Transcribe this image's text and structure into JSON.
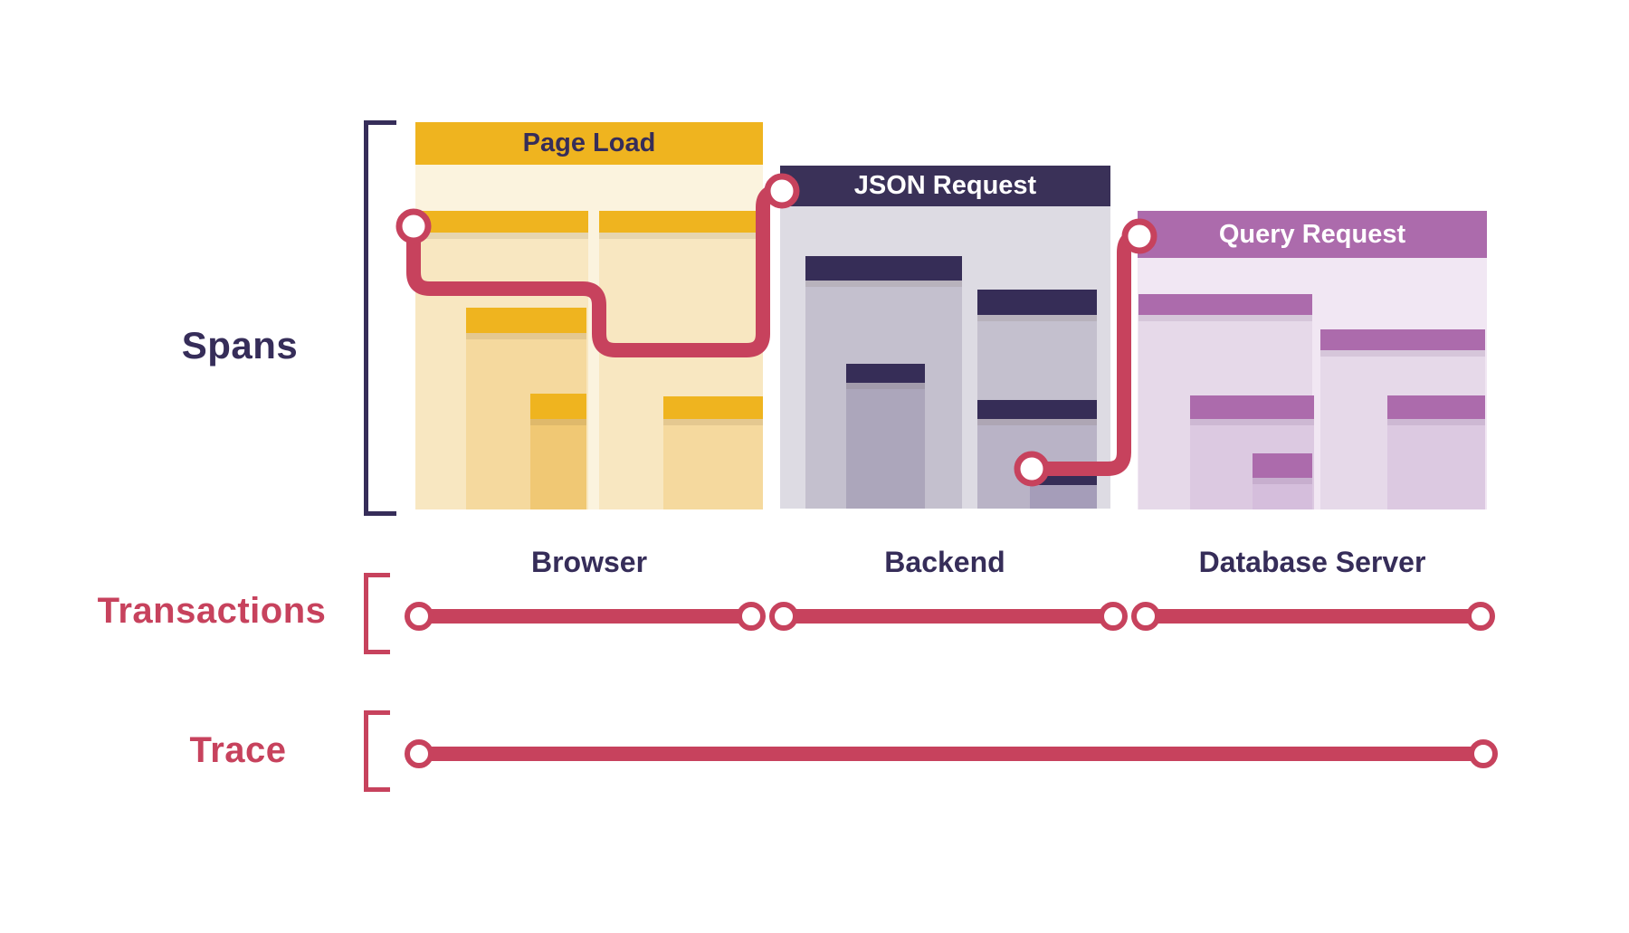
{
  "labels": {
    "spans": "Spans",
    "transactions": "Transactions",
    "trace": "Trace"
  },
  "cards": [
    {
      "title": "Page Load",
      "caption": "Browser",
      "theme": "yellow"
    },
    {
      "title": "JSON Request",
      "caption": "Backend",
      "theme": "navy"
    },
    {
      "title": "Query Request",
      "caption": "Database Server",
      "theme": "purple"
    }
  ],
  "colors": {
    "trace_red": "#C7425D",
    "yellow": "#EFB41F",
    "navy": "#362D59",
    "purple": "#AC6BAC"
  }
}
